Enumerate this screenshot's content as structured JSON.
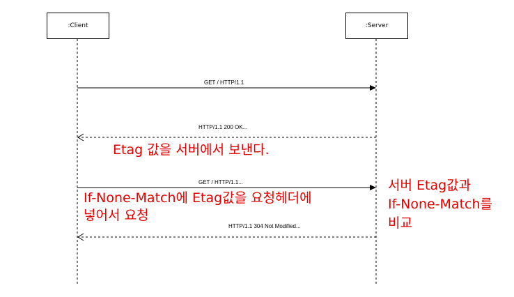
{
  "participants": {
    "client": ":Client",
    "server": ":Server"
  },
  "messages": [
    {
      "label": "GET / HTTP/1.1",
      "direction": "client-to-server",
      "style": "solid"
    },
    {
      "label": "HTTP/1.1 200 OK...",
      "direction": "server-to-client",
      "style": "dashed"
    },
    {
      "label": "GET / HTTP/1.1...",
      "direction": "client-to-server",
      "style": "solid"
    },
    {
      "label": "HTTP/1.1 304 Not Modified...",
      "direction": "server-to-client",
      "style": "dashed"
    }
  ],
  "annotations": {
    "etag_send": "Etag 값을 서버에서 보낸다.",
    "request_line1": "If-None-Match에 Etag값을 요청헤더에",
    "request_line2": "넣어서 요청",
    "compare_line1": "서버 Etag값과",
    "compare_line2": "If-None-Match를",
    "compare_line3": "비교"
  },
  "colors": {
    "annotation": "#e30000",
    "line": "#000000"
  }
}
